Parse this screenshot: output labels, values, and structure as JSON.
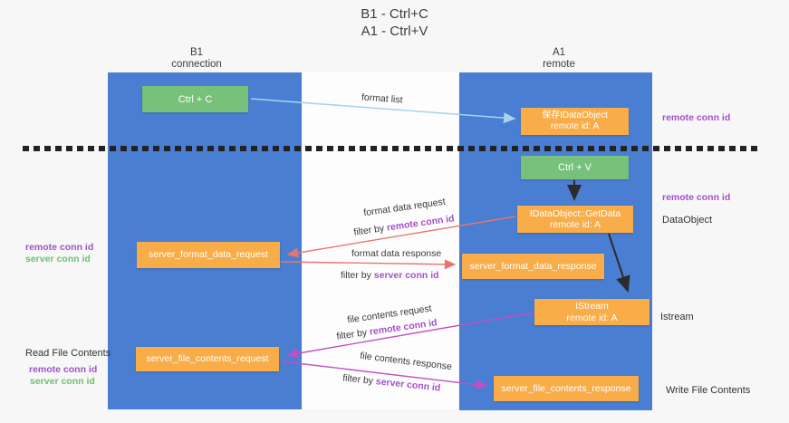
{
  "title": {
    "line1": "B1 - Ctrl+C",
    "line2": "A1 - Ctrl+V"
  },
  "lanes": {
    "left": {
      "name": "B1",
      "role": "connection"
    },
    "right": {
      "name": "A1",
      "role": "remote"
    }
  },
  "nodes": {
    "ctrl_c": {
      "label": "Ctrl + C"
    },
    "save_dataobject": {
      "line1": "保存IDataObject",
      "line2": "remote id: A"
    },
    "ctrl_v": {
      "label": "Ctrl + V"
    },
    "getdata": {
      "line1": "IDataObject::GetData",
      "line2": "remote id: A"
    },
    "format_request": {
      "label": "server_format_data_request"
    },
    "format_response": {
      "label": "server_format_data_response"
    },
    "istream": {
      "line1": "IStream",
      "line2": "remote id: A"
    },
    "file_request": {
      "label": "server_file_contents_request"
    },
    "file_response": {
      "label": "server_file_contents_response"
    }
  },
  "arrow_labels": {
    "format_list": "format list",
    "format_data_request": "format data request",
    "format_data_response": "format data response",
    "file_contents_request": "file contents request",
    "file_contents_response": "file contents response",
    "filter_by": "filter by"
  },
  "side_labels": {
    "remote_conn_id": "remote conn id",
    "server_conn_id": "server conn id",
    "dataobject": "DataObject",
    "istream": "Istream",
    "read_file_contents": "Read File Contents",
    "write_file_contents": "Write File Contents"
  },
  "colors": {
    "lane_blue": "#4a7ed2",
    "box_green": "#77c17a",
    "box_orange": "#f8ad49",
    "arrow_blue": "#a8d2f0",
    "arrow_red": "#e8766d",
    "arrow_magenta": "#c44fc4",
    "text_purple": "#a351c7",
    "text_green": "#6fbf6e",
    "dash_black": "#222222"
  }
}
